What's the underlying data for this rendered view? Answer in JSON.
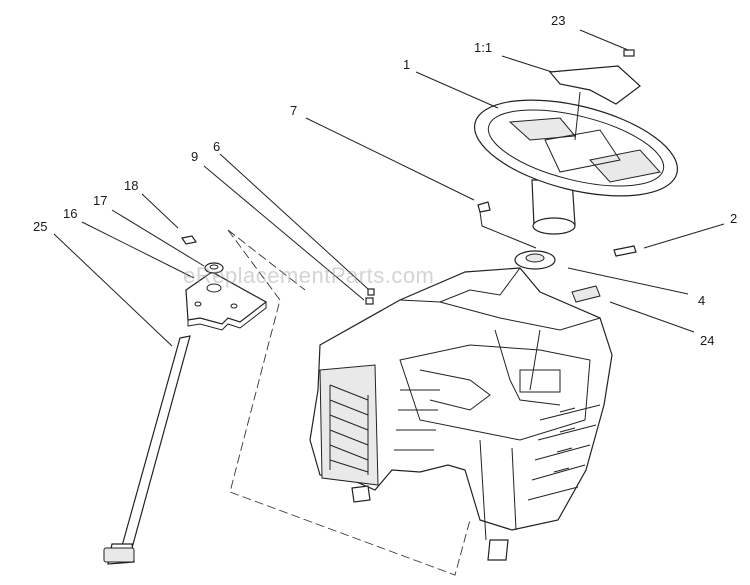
{
  "watermark": "eReplacementParts.com",
  "callouts": {
    "c23": "23",
    "c1_1": "1:1",
    "c1": "1",
    "c7": "7",
    "c6": "6",
    "c9": "9",
    "c18": "18",
    "c17": "17",
    "c16": "16",
    "c25": "25",
    "c2": "2",
    "c4": "4",
    "c24": "24"
  },
  "colors": {
    "line": "#222222",
    "background": "#ffffff",
    "watermark": "#a0a0a0"
  }
}
